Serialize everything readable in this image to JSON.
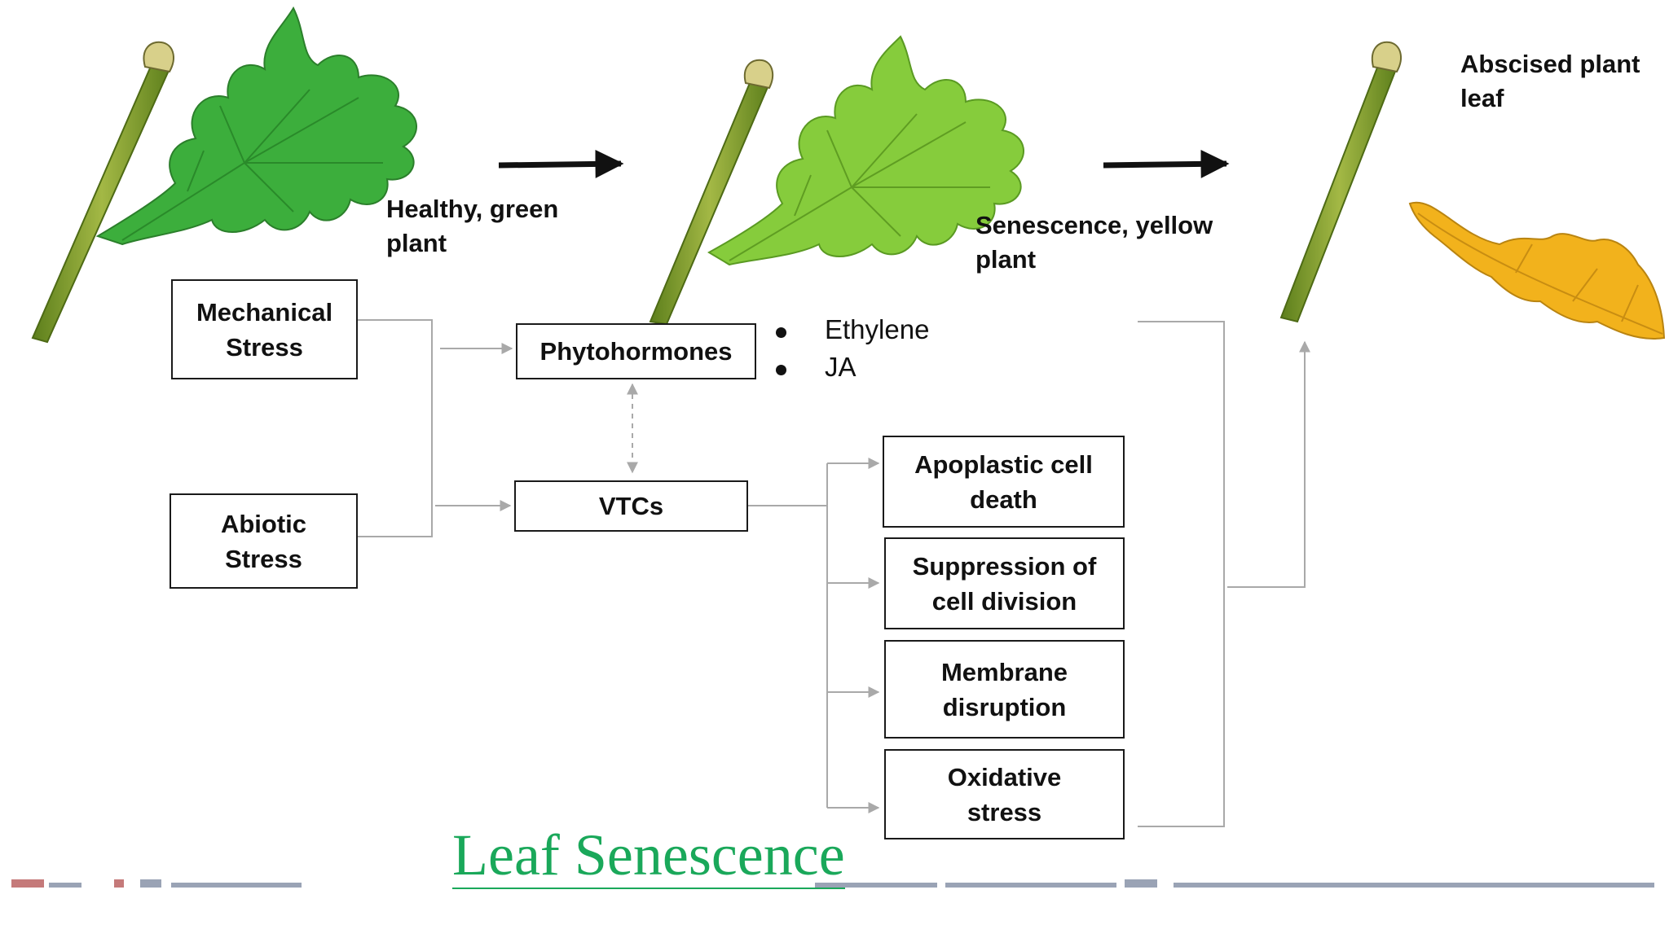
{
  "stages": {
    "healthy": "Healthy, green\nplant",
    "senescence": "Senescence, yellow\nplant",
    "abscised": "Abscised plant\nleaf"
  },
  "boxes": {
    "mechanical_stress": "Mechanical\nStress",
    "abiotic_stress": "Abiotic\nStress",
    "phytohormones": "Phytohormones",
    "vtcs": "VTCs",
    "apoplastic": "Apoplastic cell\ndeath",
    "suppression": "Suppression of\ncell division",
    "membrane": "Membrane\ndisruption",
    "oxidative": "Oxidative\nstress"
  },
  "hormones": [
    "Ethylene",
    "JA"
  ],
  "title": "Leaf Senescence",
  "colors": {
    "healthy_leaf": "#3cae3c",
    "senescent_leaf": "#7dc832",
    "abscised_leaf": "#f2b21c",
    "stem": "#7a9a2a",
    "connector": "#a9a9a9",
    "title": "#1aa85a"
  }
}
